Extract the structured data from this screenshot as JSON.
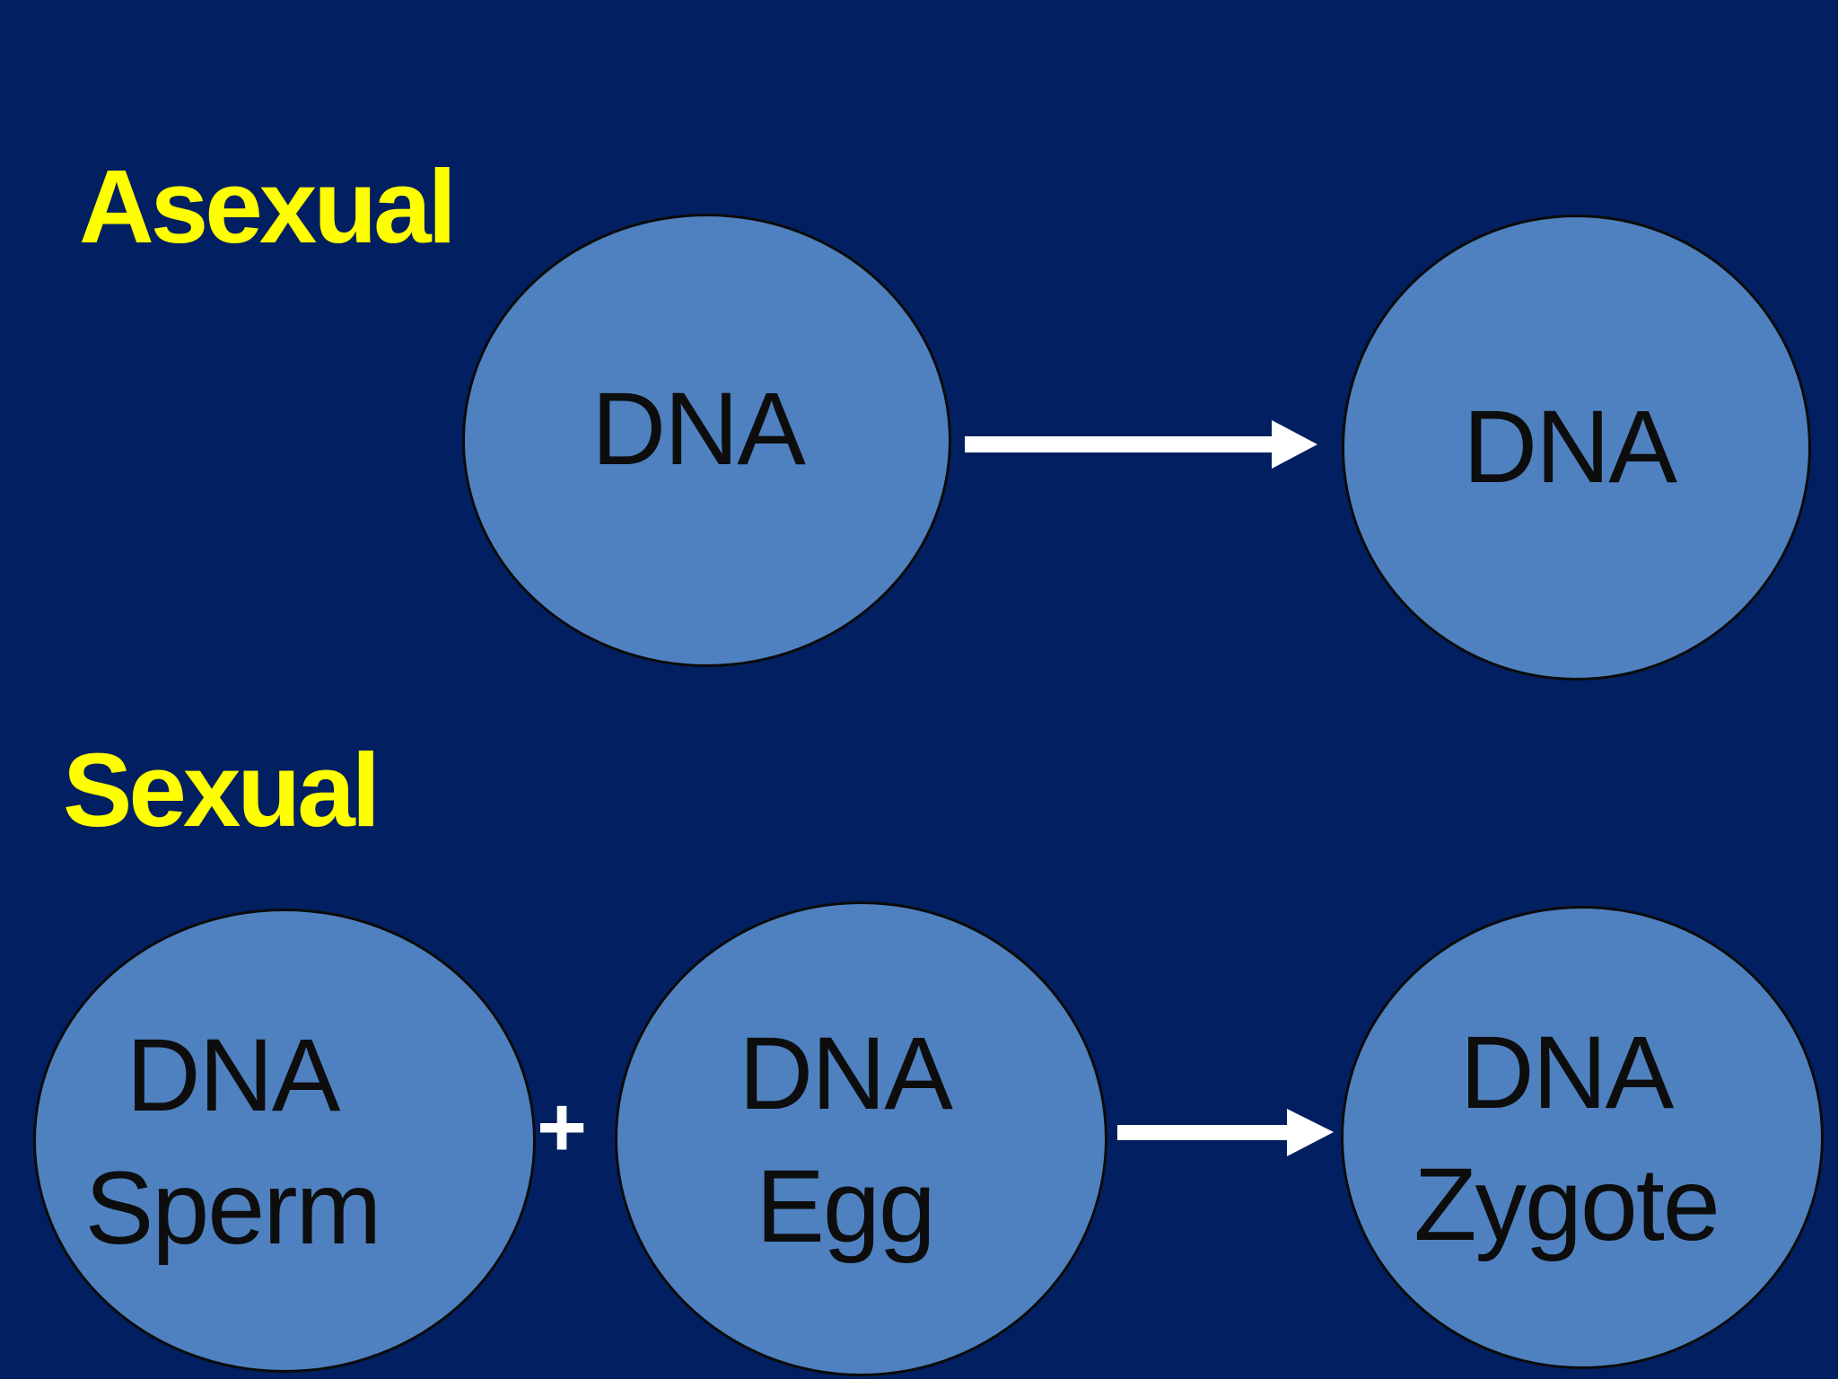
{
  "labels": {
    "asexual": "Asexual",
    "sexual": "Sexual",
    "plus": "+"
  },
  "cells": {
    "asexual_parent": {
      "line1": "DNA"
    },
    "asexual_offspring": {
      "line1": "DNA"
    },
    "sperm": {
      "line1": "DNA",
      "line2": "Sperm"
    },
    "egg": {
      "line1": "DNA",
      "line2": "Egg"
    },
    "zygote": {
      "line1": "DNA",
      "line2": "Zygote"
    }
  },
  "colors": {
    "background": "#022061",
    "cell_fill": "#4F81C0",
    "cell_outline": "#0b0b0b",
    "cell_text": "#0d0d0d",
    "label_yellow": "#FFFF00",
    "arrow_white": "#FFFFFF"
  }
}
